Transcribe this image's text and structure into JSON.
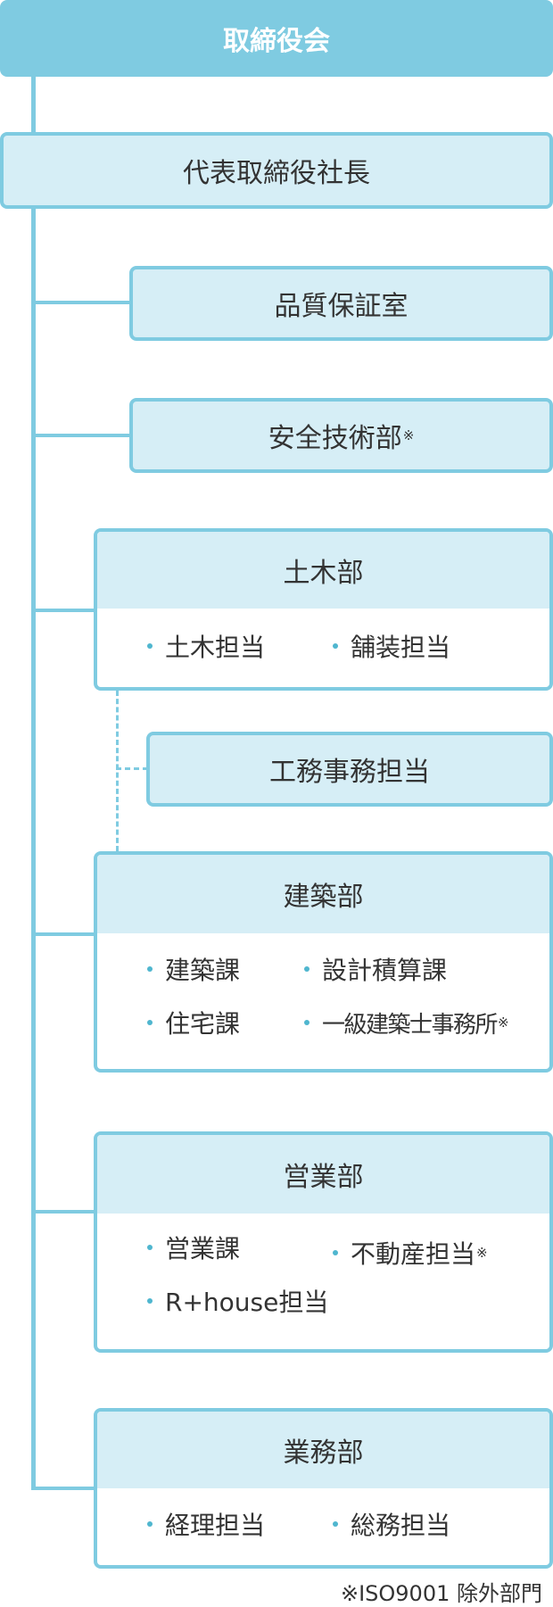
{
  "top": {
    "label": "取締役会"
  },
  "president": {
    "label": "代表取締役社長"
  },
  "quality": {
    "label": "品質保証室"
  },
  "safety": {
    "label": "安全技術部",
    "mark": "※"
  },
  "civil": {
    "label": "土木部",
    "items": [
      "土木担当",
      "舗装担当"
    ]
  },
  "works": {
    "label": "工務事務担当"
  },
  "construction": {
    "label": "建築部",
    "items": [
      "建築課",
      "設計積算課",
      "住宅課",
      "一級建築士事務所"
    ],
    "mark": "※"
  },
  "sales": {
    "label": "営業部",
    "items": [
      "営業課",
      "不動産担当",
      "R+house担当"
    ],
    "mark": "※"
  },
  "admin": {
    "label": "業務部",
    "items": [
      "経理担当",
      "総務担当"
    ]
  },
  "footnote": "※ISO9001 除外部門",
  "colors": {
    "accent": "#7fcbe1",
    "light": "#d6eef6",
    "dot": "#4fb6cf"
  }
}
